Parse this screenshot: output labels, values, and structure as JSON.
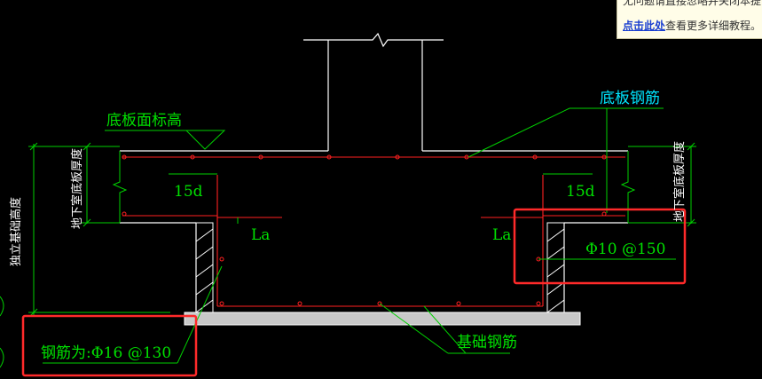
{
  "tooltip": {
    "line1": "无问题请直接忽略并关闭本提",
    "link_text": "点击此处",
    "line2_rest": "查看更多详细教程。"
  },
  "drawing": {
    "label_slab_top_elev": "底板面标高",
    "label_slab_rebar": "底板钢筋",
    "label_left_slab_thickness": "地下室底板厚度",
    "label_right_slab_thickness": "地下室底板厚度",
    "label_footing_height": "独立基础高度",
    "label_15d_left": "15d",
    "label_15d_right": "15d",
    "label_la_left": "La",
    "label_la_right": "La",
    "label_rebar_spec_right": "Φ10 @150",
    "label_rebar_spec_left": "钢筋为:Φ16 @130",
    "label_foundation_rebar": "基础钢筋"
  },
  "colors": {
    "background": "#000000",
    "structure_line": "#ffffff",
    "rebar_line": "#ff2020",
    "leader_line": "#00d000",
    "text_green": "#00e000",
    "text_cyan": "#00e5ff",
    "highlight_box": "#ff2a2a",
    "tooltip_bg": "#fffde8",
    "link": "#1a3fd0"
  }
}
